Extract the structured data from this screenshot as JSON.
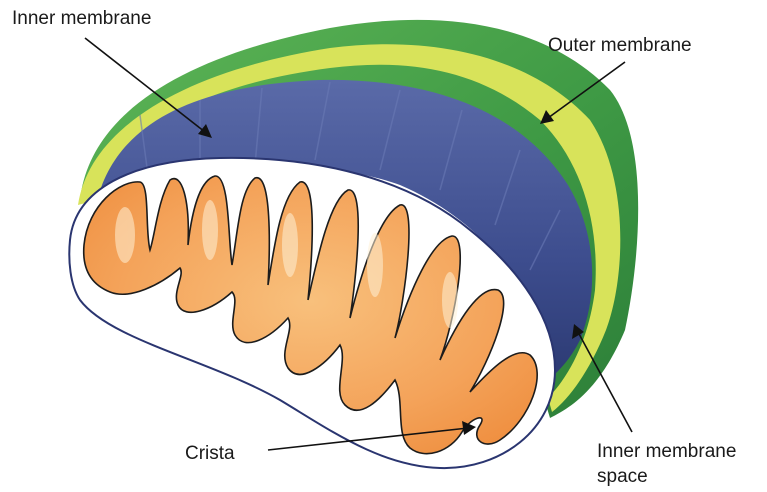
{
  "labels": {
    "inner_membrane": "Inner membrane",
    "outer_membrane": "Outer membrane",
    "crista": "Crista",
    "inner_membrane_space_line1": "Inner membrane",
    "inner_membrane_space_line2": "space"
  },
  "colors": {
    "outer_membrane_green": "#3f9a45",
    "outer_membrane_rim": "#d8e35a",
    "inner_membrane_blue": "#3a4a8c",
    "matrix_orange": "#f4a35a",
    "crista_edge": "#ffffff"
  }
}
